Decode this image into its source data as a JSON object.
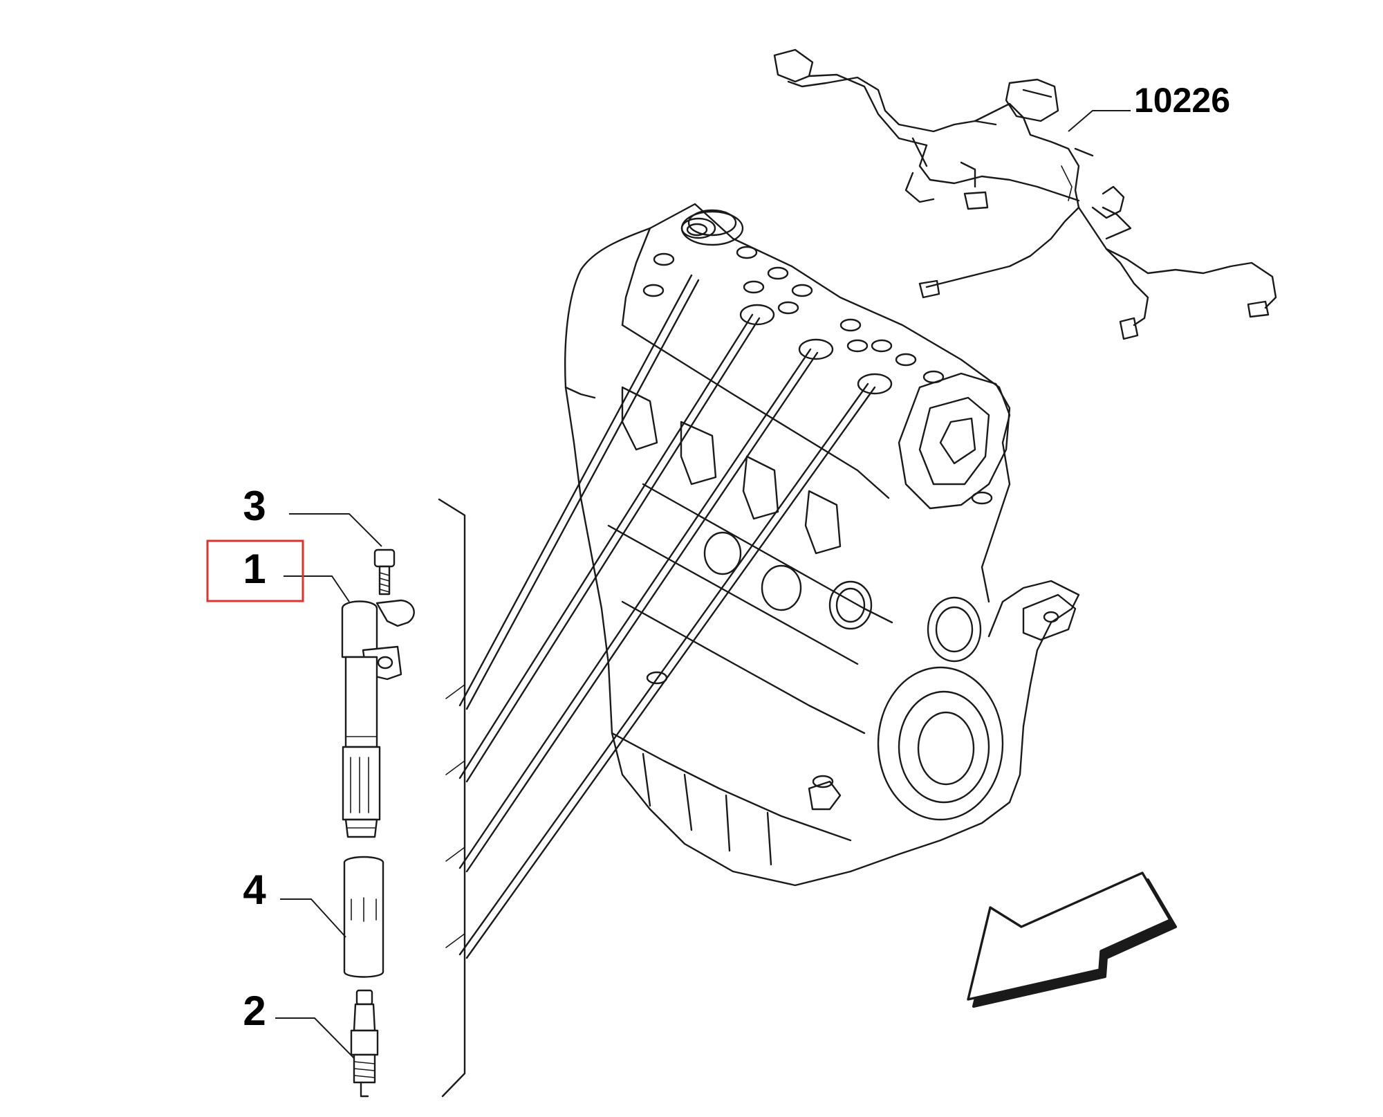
{
  "callouts": {
    "part_1": "1",
    "part_2": "2",
    "part_3": "3",
    "part_4": "4",
    "wiring_harness": "10226"
  },
  "highlight": {
    "target": "part_1",
    "color": "#e0332f"
  },
  "colors": {
    "line": "#1a1a1a",
    "background": "#ffffff"
  },
  "icons": {
    "direction_arrow": "front-direction-arrow-icon"
  }
}
